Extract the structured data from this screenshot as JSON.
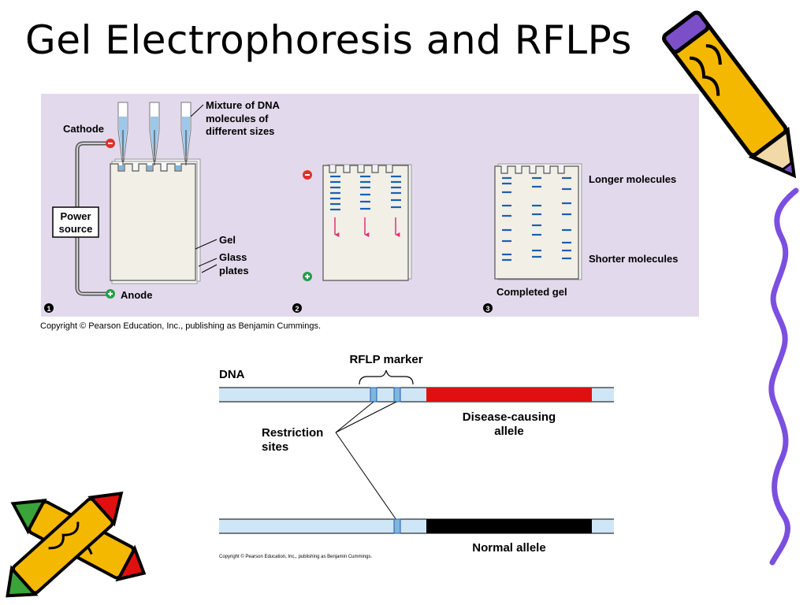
{
  "slide": {
    "title": "Gel Electrophoresis and RFLPs"
  },
  "top_figure": {
    "labels": {
      "cathode": "Cathode",
      "anode": "Anode",
      "power_line1": "Power",
      "power_line2": "source",
      "mixture_line1": "Mixture of DNA",
      "mixture_line2": "molecules of",
      "mixture_line3": "different sizes",
      "gel": "Gel",
      "glass_line1": "Glass",
      "glass_line2": "plates",
      "longer": "Longer molecules",
      "shorter": "Shorter molecules",
      "completed": "Completed gel"
    },
    "steps": [
      "1",
      "2",
      "3"
    ],
    "copyright": "Copyright © Pearson Education, Inc., publishing as Benjamin Cummings."
  },
  "bottom_figure": {
    "labels": {
      "dna": "DNA",
      "rflp_marker": "RFLP marker",
      "restriction_line1": "Restriction",
      "restriction_line2": "sites",
      "disease_line1": "Disease-causing",
      "disease_line2": "allele",
      "normal": "Normal allele"
    },
    "copyright": "Copyright © Pearson Education, Inc., publishing as Benjamin Cummings."
  },
  "colors": {
    "panel": "#e3d9ec",
    "dna_strand": "#cfe6f6",
    "disease_allele": "#e01010",
    "normal_allele": "#000000",
    "band": "#1a5fb4",
    "arrow": "#e0307a",
    "minus_terminal": "#e0302a",
    "plus_terminal": "#22a04a"
  }
}
